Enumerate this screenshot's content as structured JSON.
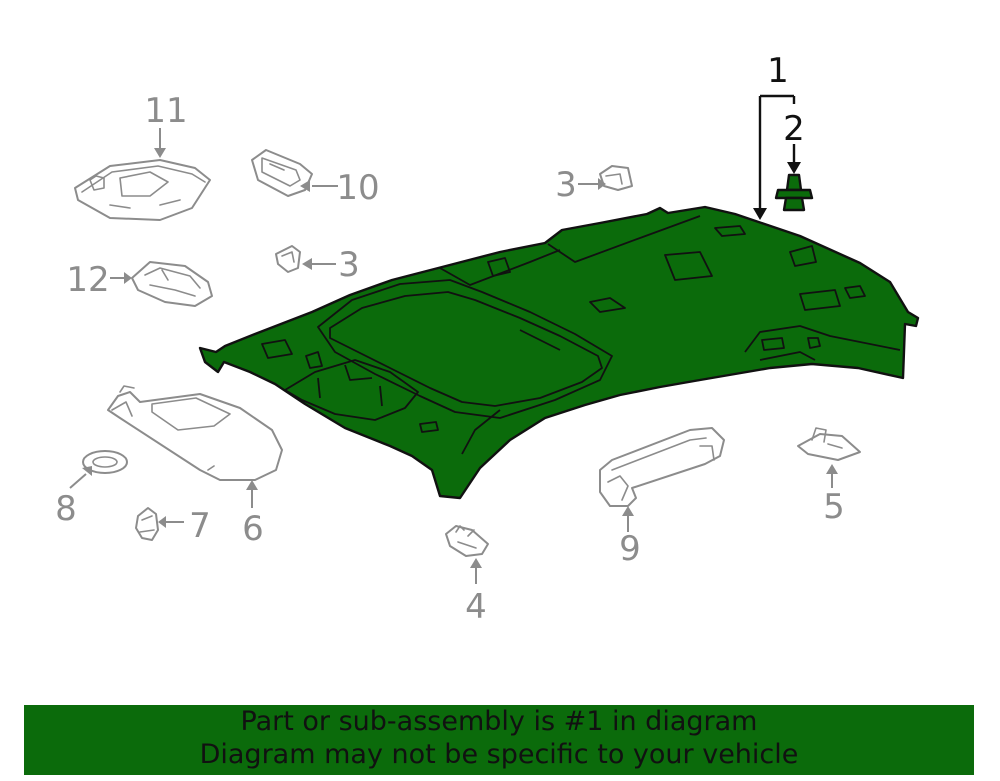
{
  "callouts": {
    "c1": "1",
    "c2": "2",
    "c3a": "3",
    "c3b": "3",
    "c4": "4",
    "c5": "5",
    "c6": "6",
    "c7": "7",
    "c8": "8",
    "c9": "9",
    "c10": "10",
    "c11": "11",
    "c12": "12"
  },
  "banner": {
    "line1": "Part or sub-assembly is #1 in diagram",
    "line2": "Diagram may not be specific to your vehicle"
  },
  "colors": {
    "highlight": "#0b6b0b",
    "part_line": "#8c8c8c",
    "highlight_line": "#111111"
  }
}
